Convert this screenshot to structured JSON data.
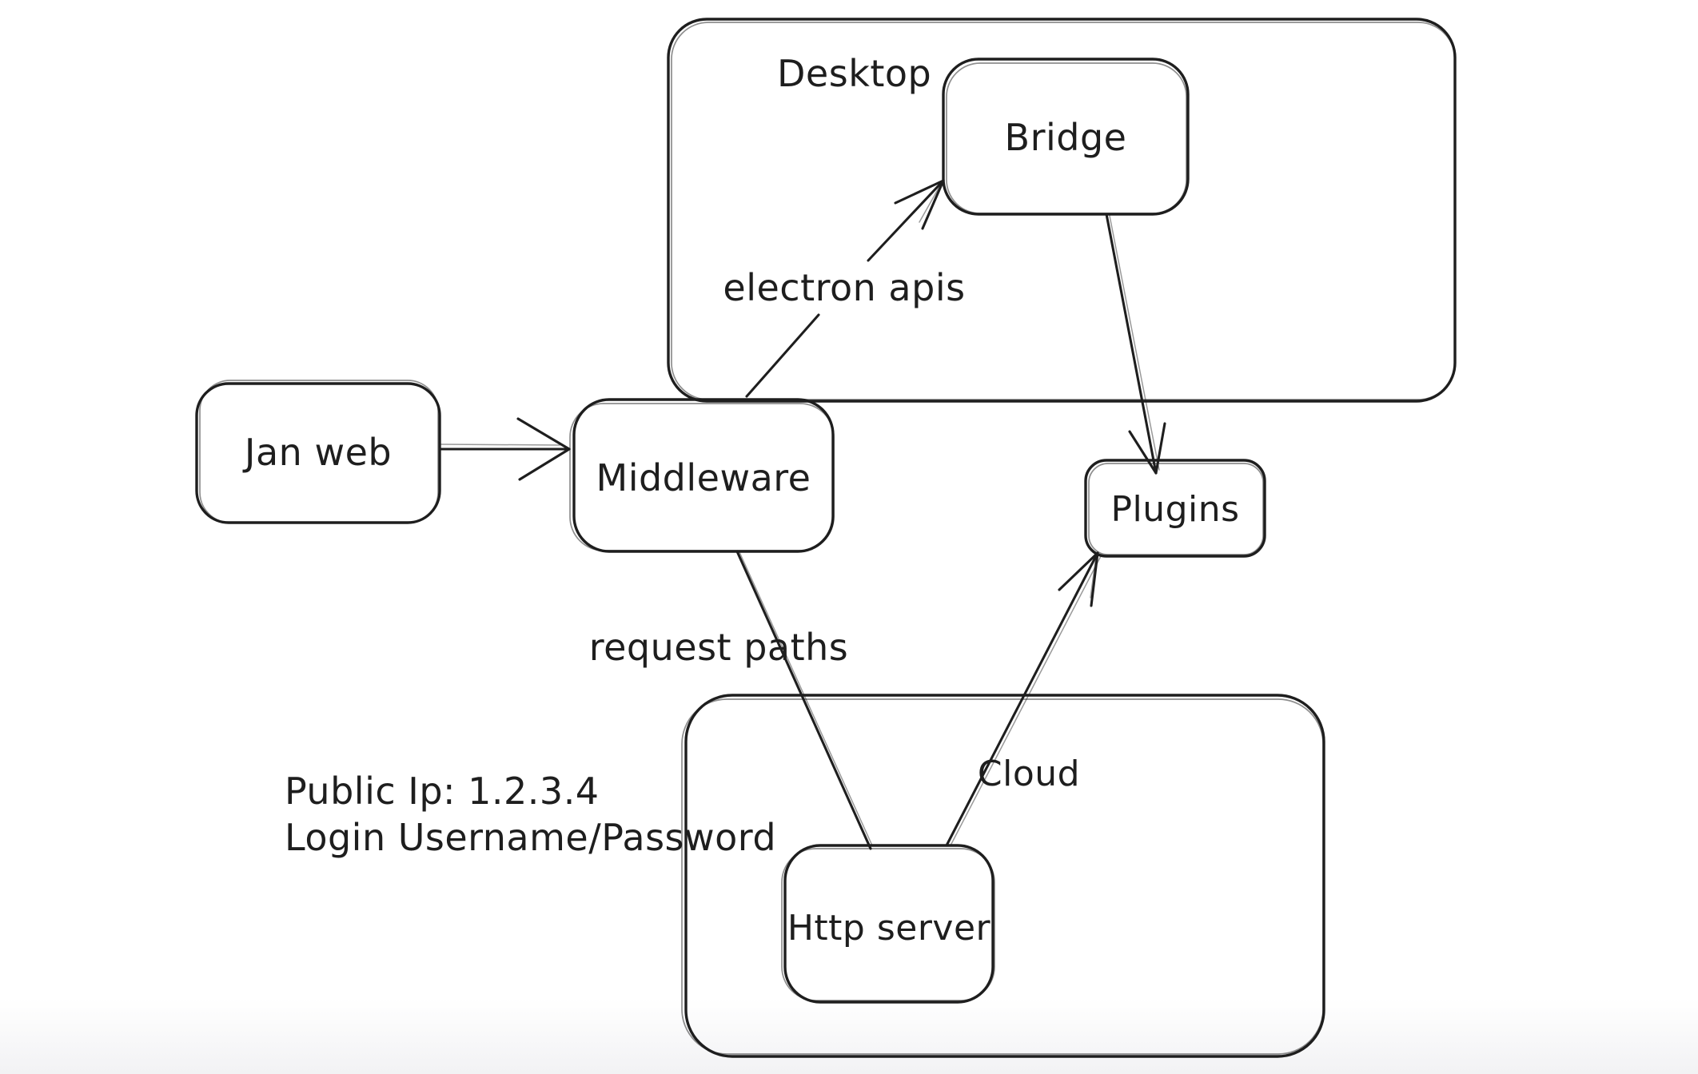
{
  "diagram": {
    "background": "#ffffff",
    "stroke_color": "#1e1e1e",
    "containers": {
      "desktop": {
        "label": "Desktop"
      },
      "cloud": {
        "label": "Cloud"
      }
    },
    "nodes": {
      "jan_web": {
        "label": "Jan web"
      },
      "bridge": {
        "label": "Bridge"
      },
      "middleware": {
        "label": "Middleware"
      },
      "plugins": {
        "label": "Plugins"
      },
      "http_server": {
        "label": "Http server"
      }
    },
    "edges": [
      {
        "from": "Jan web",
        "to": "Middleware",
        "label": "",
        "arrowhead": "end"
      },
      {
        "from": "Middleware",
        "to": "Bridge",
        "label": "electron apis",
        "arrowhead": "end"
      },
      {
        "from": "Bridge",
        "to": "Plugins",
        "label": "",
        "arrowhead": "end"
      },
      {
        "from": "Middleware",
        "to": "Http server",
        "label": "request paths",
        "arrowhead": "none"
      },
      {
        "from": "Http server",
        "to": "Plugins",
        "label": "",
        "arrowhead": "end"
      }
    ],
    "annotations": {
      "public_ip": "Public Ip: 1.2.3.4",
      "login": "Login Username/Password"
    }
  }
}
